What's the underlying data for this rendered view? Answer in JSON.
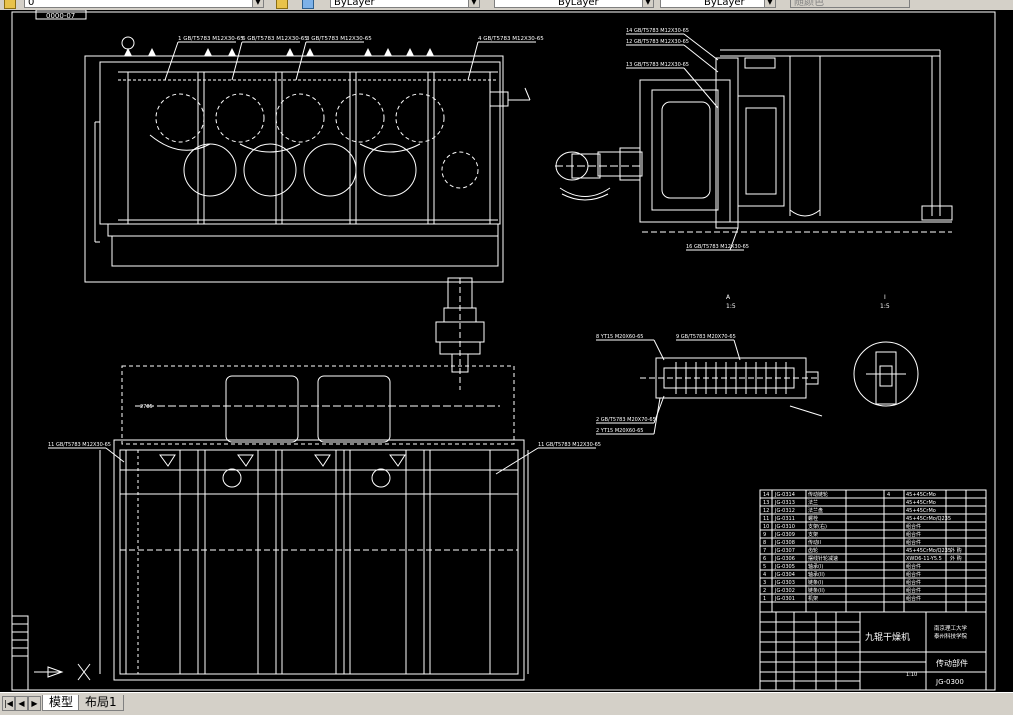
{
  "toolbar": {
    "layer_value": "0",
    "color_value": "ByLayer",
    "linetype_value": "ByLayer",
    "lineweight_value": "ByLayer",
    "plotstyle_value": "随颜色"
  },
  "tabs": [
    {
      "label": "模型",
      "active": true
    },
    {
      "label": "布局1",
      "active": false
    }
  ],
  "drawing": {
    "top_label": "0000-07",
    "section_a": "A",
    "section_a_scale": "1:5",
    "section_i": "I",
    "section_i_scale": "1:5",
    "callouts": {
      "c1": "1 GB/T5783 M12X30-65",
      "c2": "6 GB/T5783 M12X30-65",
      "c3": "3 GB/T5783 M12X30-65",
      "c4": "4 GB/T5783 M12X30-65",
      "c5": "14 GB/T5783 M12X30-65",
      "c6": "12 GB/T5783 M12X30-65",
      "c7": "13 GB/T5783 M12X30-65",
      "c8": "16 GB/T5783 M12X30-65",
      "c9": "11 GB/T5783 M12X30-65",
      "c10": "11 GB/T5783 M12X30-65",
      "c11": "8 YT15 M20X60-65",
      "c12": "9 GB/T5783 M20X70-65",
      "c13": "2 GB/T5783 M20X70-65",
      "c14": "2 YT15 M20X60-65"
    },
    "dimension_text": "2785",
    "rows": [
      {
        "no": "14",
        "code": "JG-0314",
        "name": "传动链轮",
        "qty": "4",
        "material": "45+45CrMo"
      },
      {
        "no": "13",
        "code": "JG-0313",
        "name": "法兰",
        "qty": "",
        "material": "45+45CrMo"
      },
      {
        "no": "12",
        "code": "JG-0312",
        "name": "法兰盘",
        "qty": "",
        "material": "45+45CrMo"
      },
      {
        "no": "11",
        "code": "JG-0311",
        "name": "螺栓",
        "qty": "",
        "material": "45+45CrMo/Q235"
      },
      {
        "no": "10",
        "code": "JG-0310",
        "name": "支架(右)",
        "qty": "",
        "material": "组合件"
      },
      {
        "no": "9",
        "code": "JG-0309",
        "name": "支架",
        "qty": "",
        "material": "组合件"
      },
      {
        "no": "8",
        "code": "JG-0308",
        "name": "传动II",
        "qty": "",
        "material": "组合件"
      },
      {
        "no": "7",
        "code": "JG-0307",
        "name": "齿轮",
        "qty": "",
        "material": "45+45CrMo/Q235",
        "note": "外 购"
      },
      {
        "no": "6",
        "code": "JG-0306",
        "name": "摆线针轮减速",
        "qty": "",
        "material": "XWD6-11-Y5.5",
        "note": "外 购"
      },
      {
        "no": "5",
        "code": "JG-0305",
        "name": "轴承(I)",
        "qty": "",
        "material": "组合件"
      },
      {
        "no": "4",
        "code": "JG-0304",
        "name": "轴承(II)",
        "qty": "",
        "material": "组合件"
      },
      {
        "no": "3",
        "code": "JG-0303",
        "name": "链条(I)",
        "qty": "",
        "material": "组合件"
      },
      {
        "no": "2",
        "code": "JG-0302",
        "name": "链条(II)",
        "qty": "",
        "material": "组合件"
      },
      {
        "no": "1",
        "code": "JG-0301",
        "name": "机架",
        "qty": "",
        "material": "组合件"
      }
    ],
    "title_block": {
      "product": "九辊干燥机",
      "university_1": "南京理工大学",
      "university_2": "泰州科技学院",
      "part_name": "传动部件",
      "drawing_no": "JG-0300",
      "scale": "1:10"
    }
  }
}
